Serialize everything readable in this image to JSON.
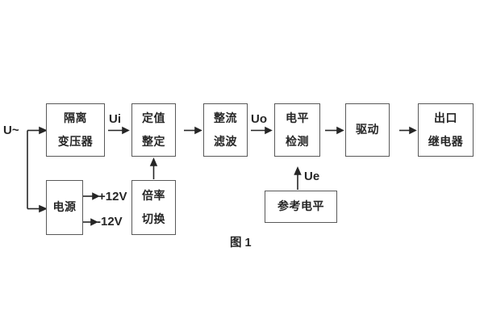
{
  "figure": {
    "caption": "图 1",
    "background_color": "#ffffff",
    "box_border_color": "#595959",
    "line_color": "#262626",
    "text_color": "#262626"
  },
  "blocks": {
    "isolation_transformer": {
      "line1": "隔离",
      "line2": "变压器"
    },
    "value_setting": {
      "line1": "定值",
      "line2": "整定"
    },
    "rectifier_filter": {
      "line1": "整流",
      "line2": "滤波"
    },
    "level_detection": {
      "line1": "电平",
      "line2": "检测"
    },
    "drive": {
      "label": "驱动"
    },
    "output_relay": {
      "line1": "出口",
      "line2": "继电器"
    },
    "power_supply": {
      "label": "电源"
    },
    "ratio_switching": {
      "line1": "倍率",
      "line2": "切换"
    },
    "reference_level": {
      "label": "参考电平"
    }
  },
  "signals": {
    "input": "U~",
    "ui": "Ui",
    "uo": "Uo",
    "ue": "Ue",
    "plus_12v": "+12V",
    "minus_12v": "-12V"
  }
}
